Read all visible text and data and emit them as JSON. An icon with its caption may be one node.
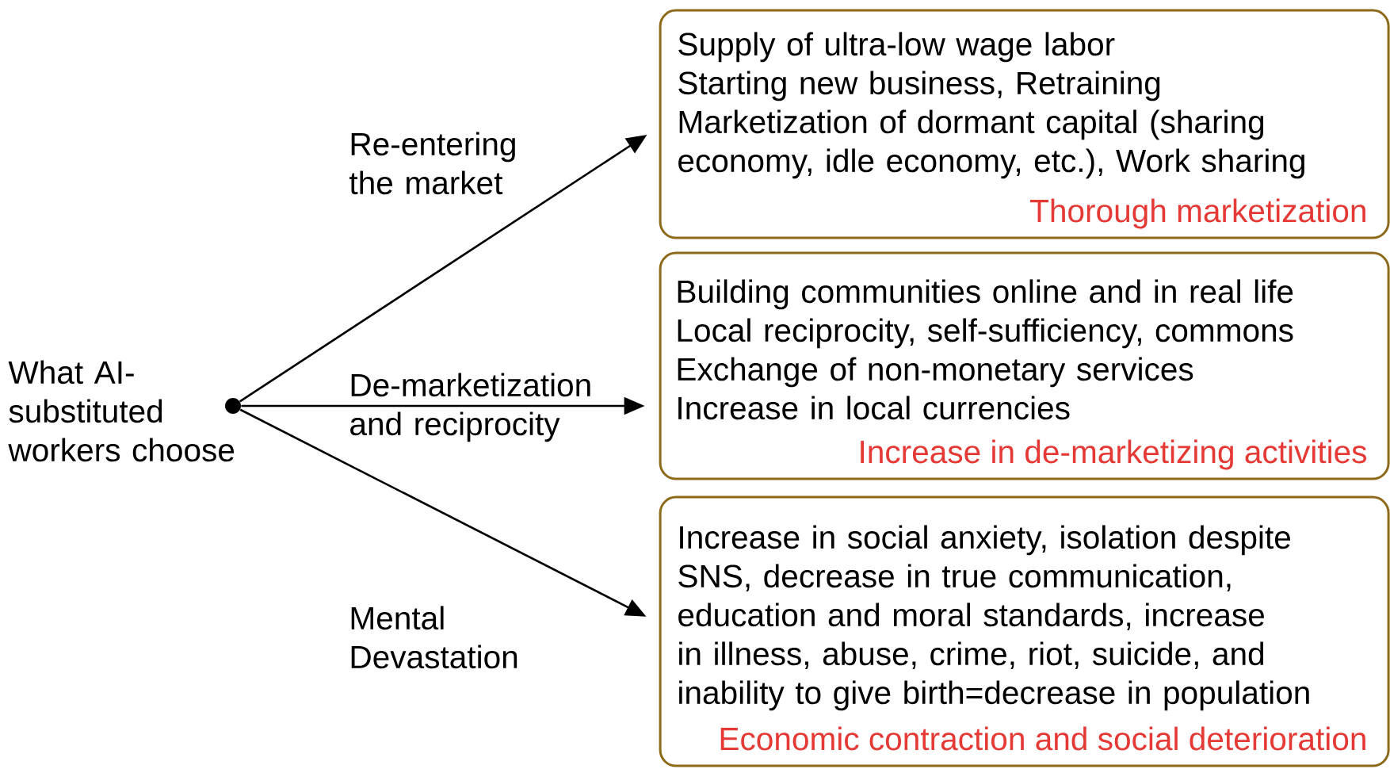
{
  "diagram": {
    "nodes": [
      {
        "text": [],
        "shape": "circle",
        "beside": [
          "What AI-substituted workers choose"
        ]
      },
      {
        "text": [
          "Supply of ultra-low wage labor",
          "Starting new business, Retraining",
          "Marketization of dormant capital (sharing economy, idle economy, etc.),  Work sharing",
          "Thorough marketization"
        ]
      },
      {
        "text": [
          "Building communities online and in real life",
          "Local reciprocity, self-sufficiency, commons",
          "Exchange of non-monetary services",
          "Increase in local currencies",
          "Increase in de-marketizing activities"
        ]
      },
      {
        "text": [
          "Increase in social anxiety, isolation despite SNS, decrease in true communication, education and moral standards, increase in illness, abuse, crime, riot, suicide, and inability to give birth=decrease in population",
          "Economic contraction and social deterioration"
        ]
      }
    ],
    "edges": [
      {
        "from": 0,
        "to": 1,
        "arrow": "to",
        "label": "Re-entering the market"
      },
      {
        "from": 0,
        "to": 2,
        "arrow": "to",
        "label": "De-marketization and reciprocity"
      },
      {
        "from": 0,
        "to": 3,
        "arrow": "to",
        "label": "Mental Devastation"
      }
    ]
  }
}
